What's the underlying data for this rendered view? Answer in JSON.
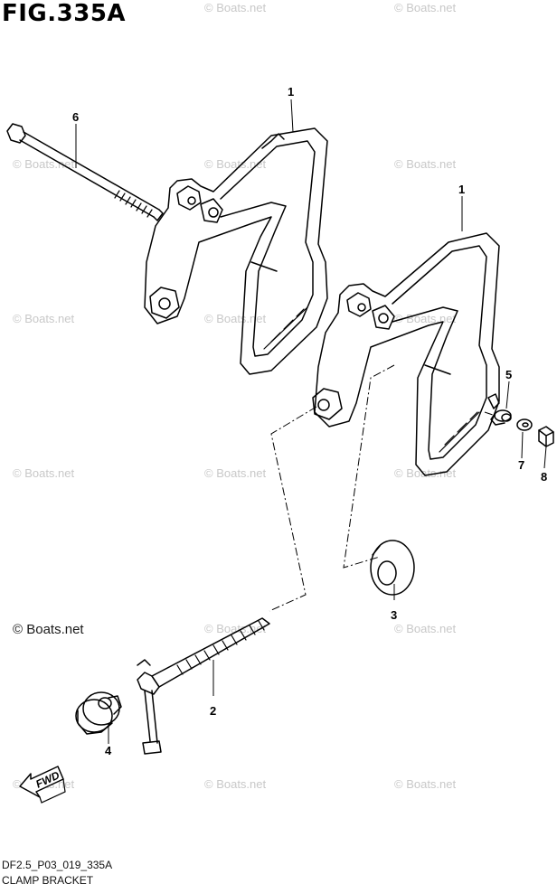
{
  "title": "FIG.335A",
  "watermark": "© Boats.net",
  "watermark_primary": "© Boats.net",
  "diagram_code": "DF2.5_P03_019_335A",
  "diagram_name": "CLAMP BRACKET",
  "fwd_label": "FWD",
  "callouts": {
    "c1a": "1",
    "c1b": "1",
    "c2": "2",
    "c3": "3",
    "c4": "4",
    "c5": "5",
    "c6": "6",
    "c7": "7",
    "c8": "8"
  }
}
